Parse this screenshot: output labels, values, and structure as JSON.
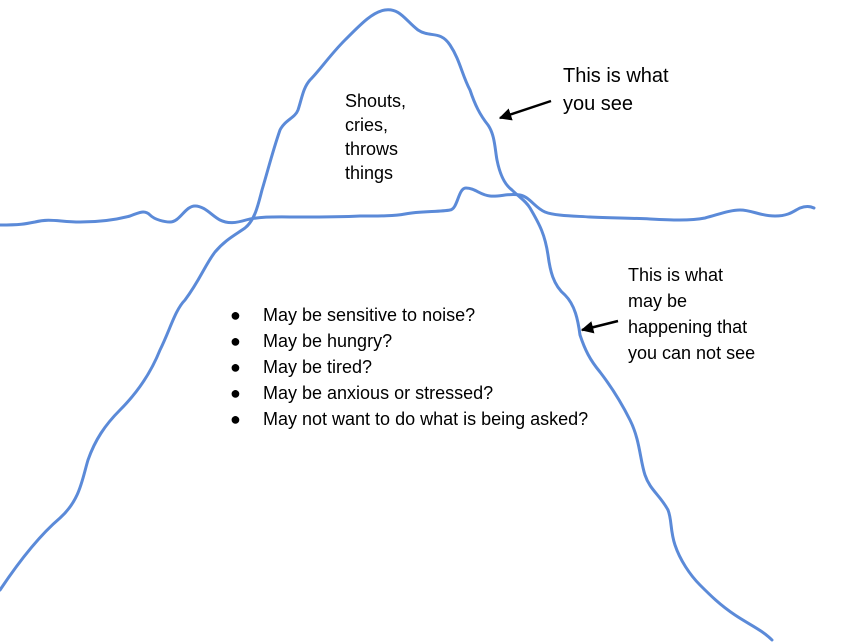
{
  "tip": {
    "lines": [
      "Shouts,",
      "cries,",
      "throws",
      "things"
    ]
  },
  "visible_caption": {
    "lines": [
      "This is what",
      "you see"
    ]
  },
  "hidden_caption": {
    "lines": [
      "This is what",
      "may be",
      "happening that",
      "you can not see"
    ]
  },
  "hidden_list": {
    "bullet": "●",
    "items": [
      "May be sensitive to noise?",
      "May be hungry?",
      "May be tired?",
      "May be anxious or stressed?",
      "May not want to do what is being asked?"
    ]
  },
  "colors": {
    "outline": "#5b8ad8",
    "text": "#000000",
    "arrow": "#000000",
    "background": "#ffffff"
  }
}
